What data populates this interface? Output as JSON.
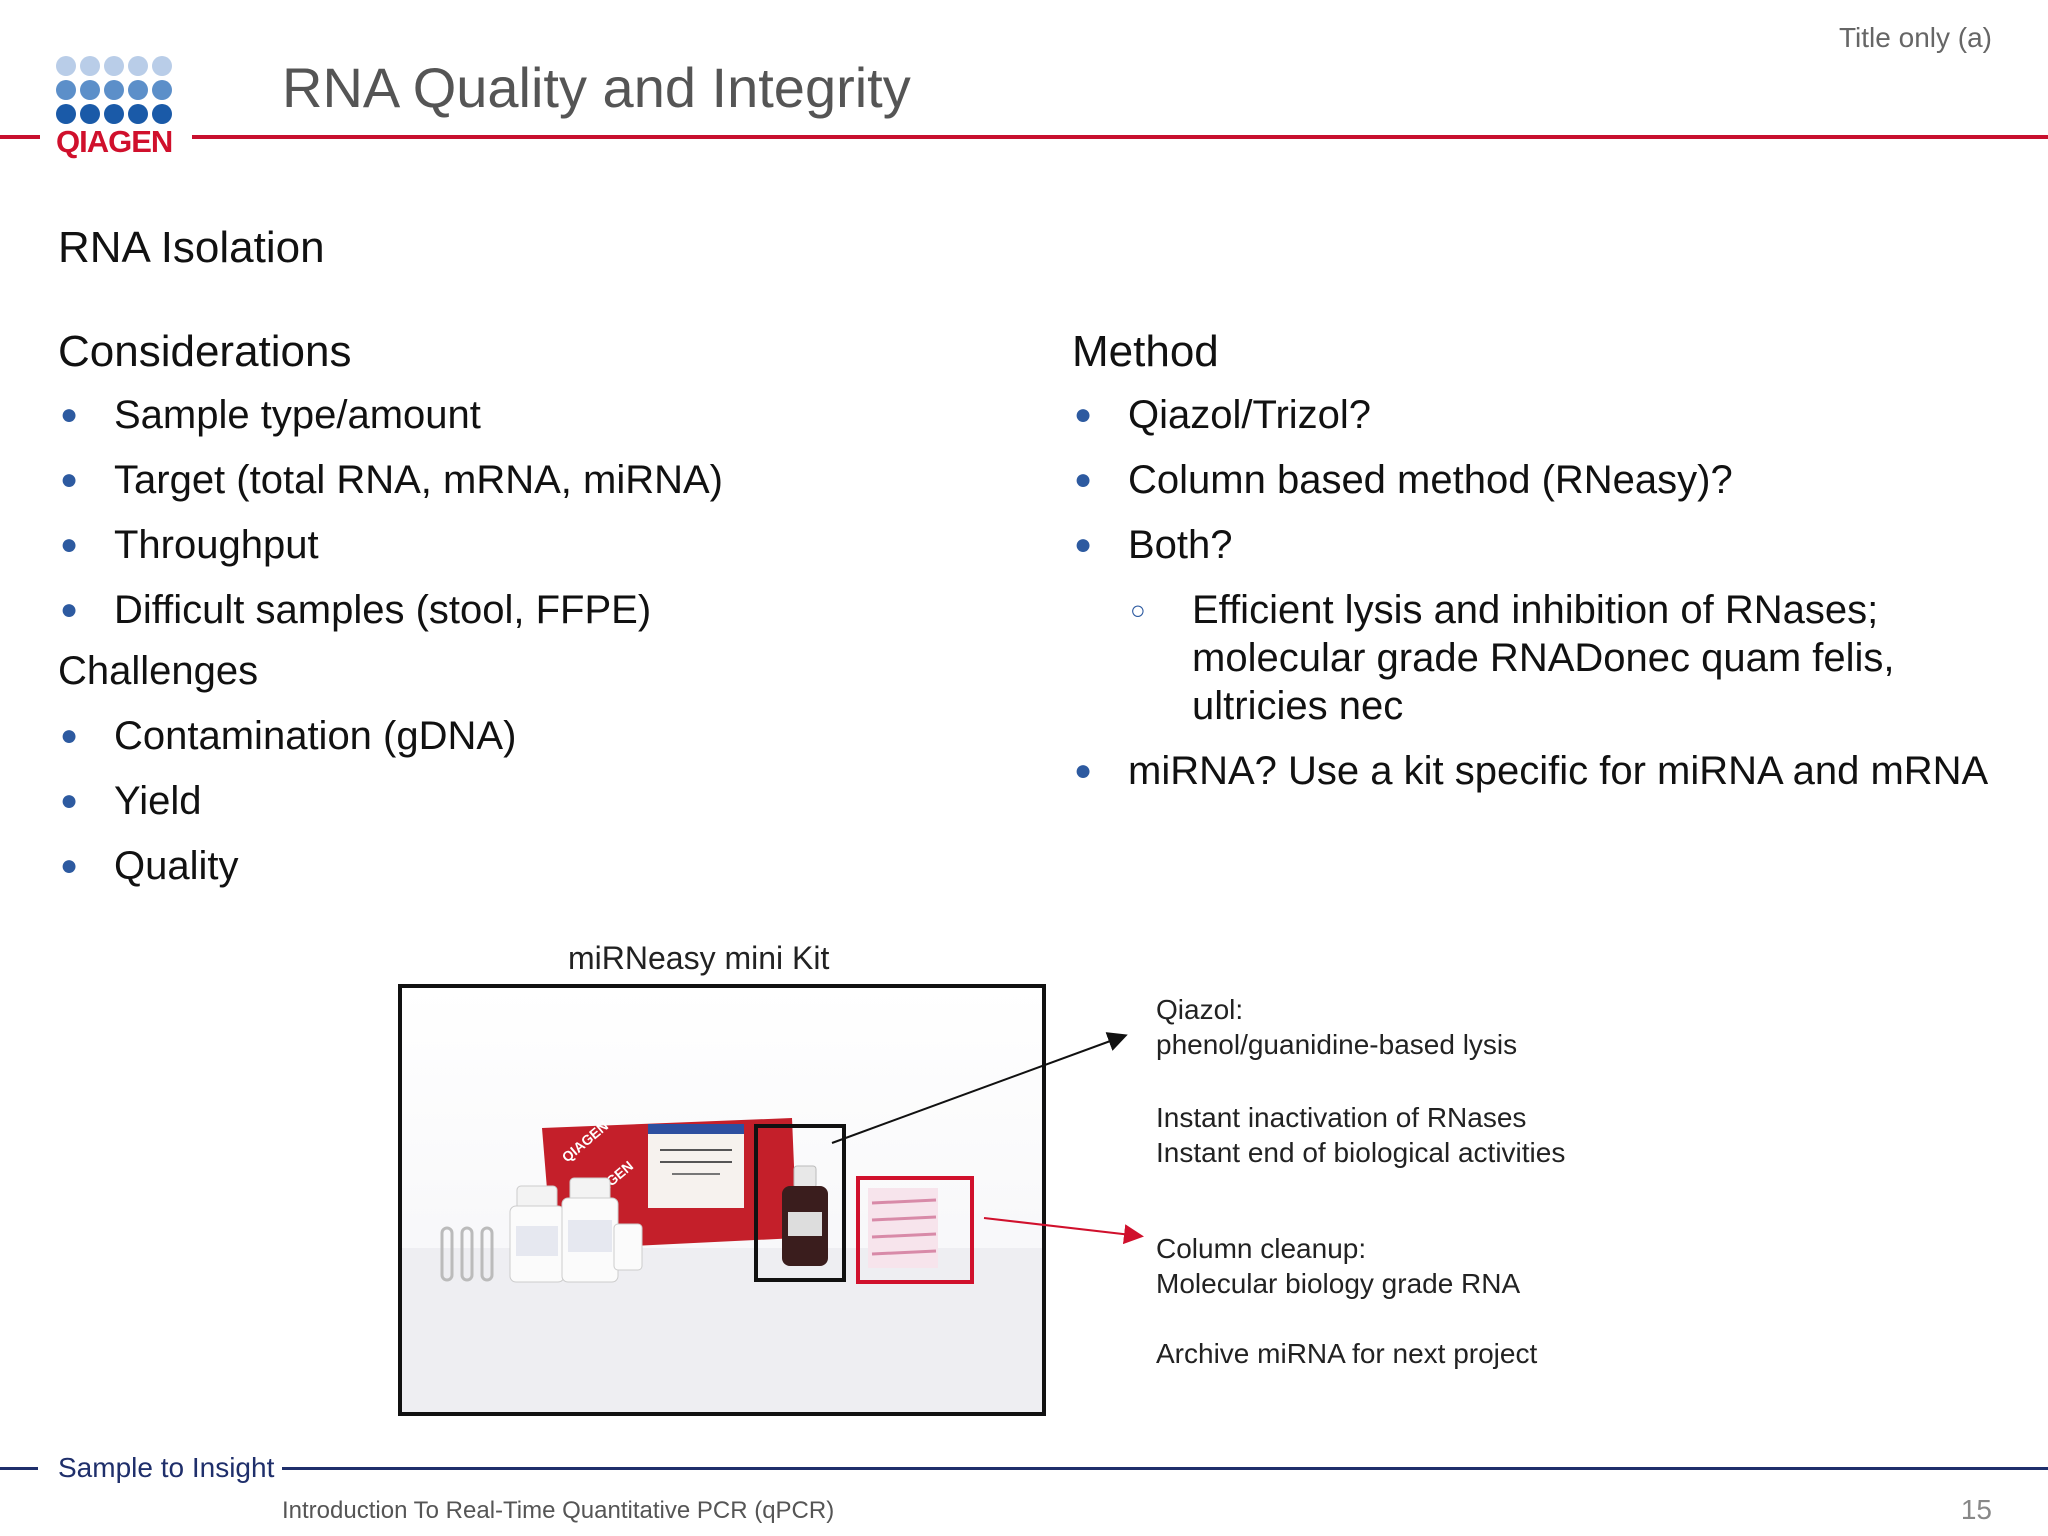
{
  "header": {
    "logo_text": "QIAGEN",
    "title": "RNA Quality and Integrity",
    "layout_name": "Title only (a)"
  },
  "body": {
    "heading": "RNA Isolation",
    "considerations": {
      "title": "Considerations",
      "items": [
        "Sample type/amount",
        "Target (total RNA, mRNA, miRNA)",
        "Throughput",
        "Difficult samples (stool, FFPE)"
      ]
    },
    "challenges": {
      "title": "Challenges",
      "items": [
        "Contamination (gDNA)",
        "Yield",
        "Quality"
      ]
    },
    "method": {
      "title": "Method",
      "items": [
        "Qiazol/Trizol?",
        "Column based method (RNeasy)?",
        "Both?"
      ],
      "sub_items": [
        "Efficient lysis and inhibition of RNases; molecular grade RNADonec quam felis, ultricies nec"
      ],
      "last_item": "miRNA? Use a kit specific for miRNA and mRNA"
    }
  },
  "figure": {
    "label": "miRNeasy  mini Kit",
    "callouts": {
      "qiazol_title": "Qiazol:",
      "qiazol_desc": "phenol/guanidine-based  lysis",
      "rnase_1": "Instant  inactivation  of  RNases",
      "rnase_2": "Instant  end  of  biological  activities",
      "column_title": "Column  cleanup:",
      "column_desc": "Molecular  biology  grade  RNA",
      "archive": "Archive  miRNA  for  next  project"
    }
  },
  "footer": {
    "tagline": "Sample to Insight",
    "course": "Introduction To Real-Time Quantitative PCR (qPCR)",
    "page": "15"
  },
  "colors": {
    "brand_red": "#c8102e",
    "brand_blue": "#1a5aa8",
    "footer_navy": "#1f2f6b"
  }
}
